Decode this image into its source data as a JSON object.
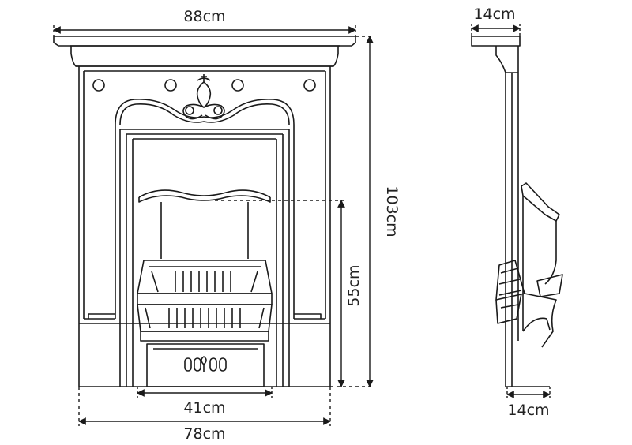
{
  "colors": {
    "line": "#1a1a1a",
    "background": "#ffffff"
  },
  "front_view": {
    "dimensions": {
      "overall_width": "88cm",
      "overall_height": "103cm",
      "opening_height": "55cm",
      "opening_width": "41cm",
      "base_width": "78cm"
    }
  },
  "side_view": {
    "dimensions": {
      "mantel_depth": "14cm",
      "base_depth": "14cm"
    }
  }
}
